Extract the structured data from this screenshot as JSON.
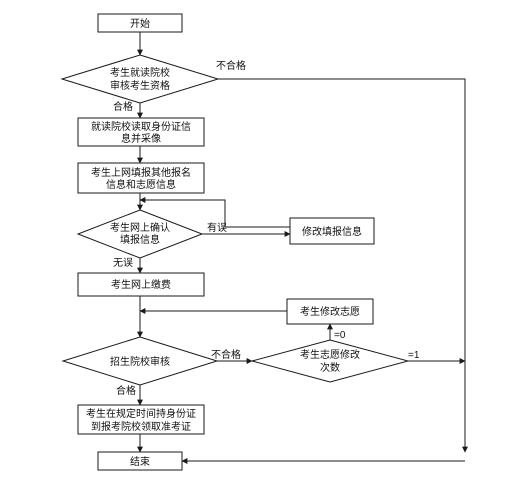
{
  "nodes": {
    "start": "开始",
    "review_qualification": [
      "考生就读院校",
      "审核考生资格"
    ],
    "collect_id": [
      "就读院校读取身份证信",
      "息并采像"
    ],
    "online_register": [
      "考生上网填报其他报名",
      "信息和志愿信息"
    ],
    "confirm_online": [
      "考生网上确认",
      "填报信息"
    ],
    "modify_info": "修改填报信息",
    "pay_online": "考生网上缴费",
    "modify_preference": "考生修改志愿",
    "admission_review": "招生院校审核",
    "preference_change_count": [
      "考生志愿修改",
      "次数"
    ],
    "get_ticket": [
      "考生在规定时间持身份证",
      "到报考院校领取准考证"
    ],
    "end": "结束"
  },
  "edge_labels": {
    "fail_top": "不合格",
    "pass_1": "合格",
    "error": "有误",
    "no_error": "无误",
    "fail_mid": "不合格",
    "count_zero": "=0",
    "count_one": "=1",
    "pass_2": "合格"
  }
}
